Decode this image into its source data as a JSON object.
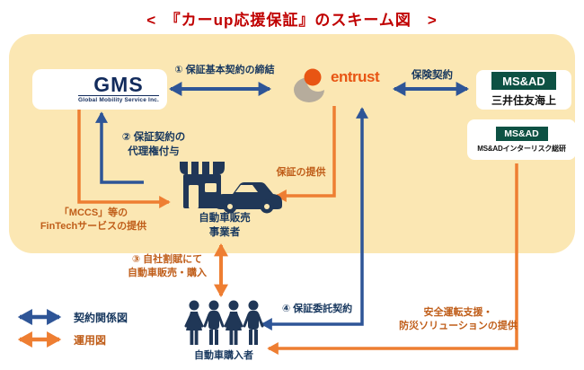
{
  "title": "<　『カーup応援保証』のスキーム図　>",
  "colors": {
    "title_red": "#C00000",
    "panel_cream": "#FBE7B3",
    "contract_blue": "#2E5597",
    "operation_orange": "#EE7E32",
    "navy_text": "#17375E",
    "orange_text": "#C05E1A",
    "icon_navy": "#203757",
    "msad_green": "#0D5143",
    "entrust_orange": "#E85513",
    "entrust_gray": "#B6AC9C",
    "gms_navy": "#122B5C"
  },
  "entities": {
    "gms": {
      "name": "GMS",
      "subtitle": "Global Mobility Service Inc."
    },
    "entrust": {
      "name": "entrust"
    },
    "msad_insurance": {
      "brand": "MS&AD",
      "name": "三井住友海上"
    },
    "msad_interrisk": {
      "brand": "MS&AD",
      "name": "MS&ADインターリスク総研"
    },
    "dealer": {
      "label": "自動車販売\n事業者"
    },
    "buyer": {
      "label": "自動車購入者"
    }
  },
  "arrows": {
    "basic_contract": "① 保証基本契約の締結",
    "insurance_contract": "保険契約",
    "agency_grant": "② 保証契約の\n代理権付与",
    "fintech_service": "「MCCS」等の\nFinTechサービスの提供",
    "guarantee_provision": "保証の提供",
    "installment_sales": "③ 自社割賦にて\n自動車販売・購入",
    "guarantee_consignment": "④ 保証委託契約",
    "safety_solution": "安全運転支援・\n防災ソリューションの提供"
  },
  "legend": {
    "contract": "契約関係図",
    "operation": "運用図"
  }
}
